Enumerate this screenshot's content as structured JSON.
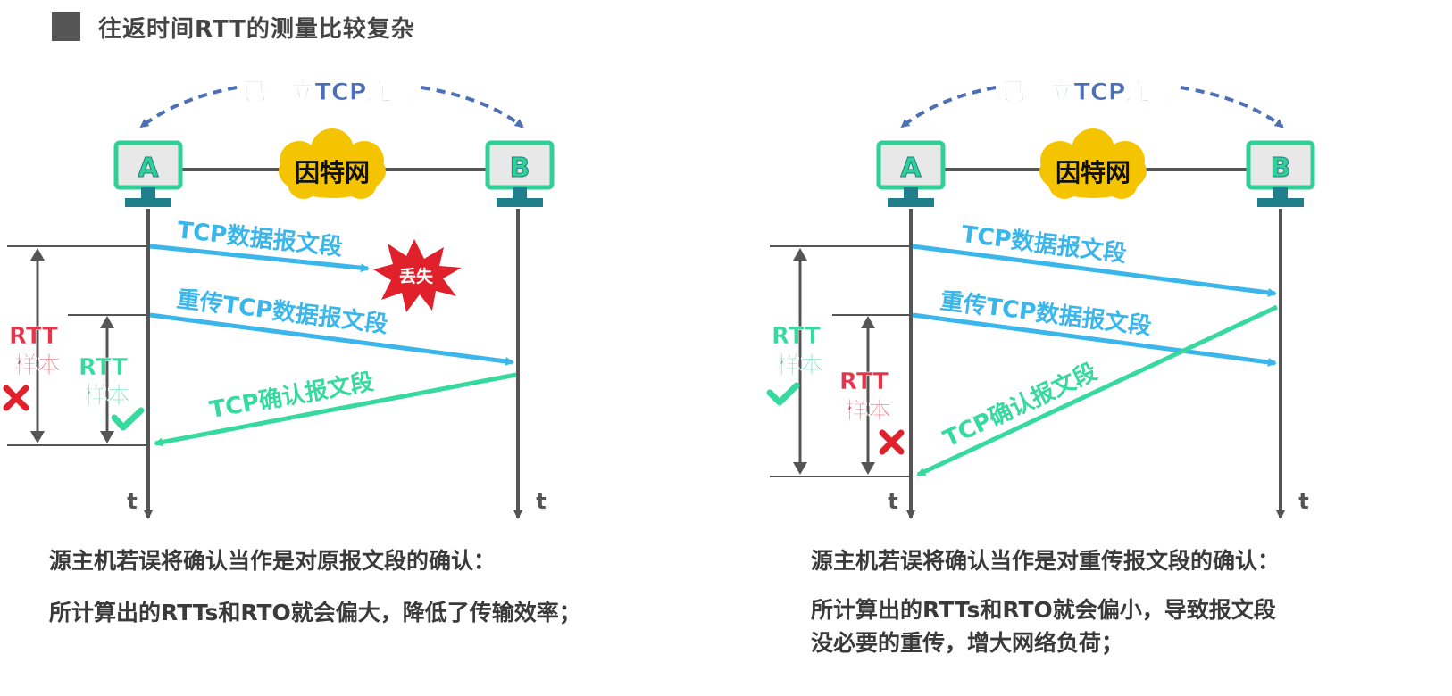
{
  "title": "往返时间RTT的测量比较复杂",
  "colors": {
    "blue": "#3ab6ea",
    "green": "#36d99e",
    "red": "#e8344a",
    "dashed": "#4d6fb5",
    "host_border": "#2fcf95",
    "cloud": "#f5c400",
    "timeline": "#555555"
  },
  "left": {
    "connection_label": "已建立TCP连接",
    "host_a": "A",
    "host_b": "B",
    "cloud": "因特网",
    "segment_label": "TCP数据报文段",
    "lost_label": "丢失",
    "retransmit_label": "重传TCP数据报文段",
    "ack_label": "TCP确认报文段",
    "rtt_outer": [
      "RTT",
      "样本"
    ],
    "rtt_inner": [
      "RTT",
      "样本"
    ],
    "time_a": "t",
    "time_b": "t",
    "caption_line1": "源主机若误将确认当作是对原报文段的确认：",
    "caption_line2": "所计算出的RTTs和RTO就会偏大，降低了传输效率；"
  },
  "right": {
    "connection_label": "已建立TCP连接",
    "host_a": "A",
    "host_b": "B",
    "cloud": "因特网",
    "segment_label": "TCP数据报文段",
    "retransmit_label": "重传TCP数据报文段",
    "ack_label": "TCP确认报文段",
    "rtt_outer": [
      "RTT",
      "样本"
    ],
    "rtt_inner": [
      "RTT",
      "样本"
    ],
    "time_a": "t",
    "time_b": "t",
    "caption_line1": "源主机若误将确认当作是对重传报文段的确认：",
    "caption_line2": "所计算出的RTTs和RTO就会偏小，导致报文段",
    "caption_line3": "没必要的重传，增大网络负荷；"
  }
}
